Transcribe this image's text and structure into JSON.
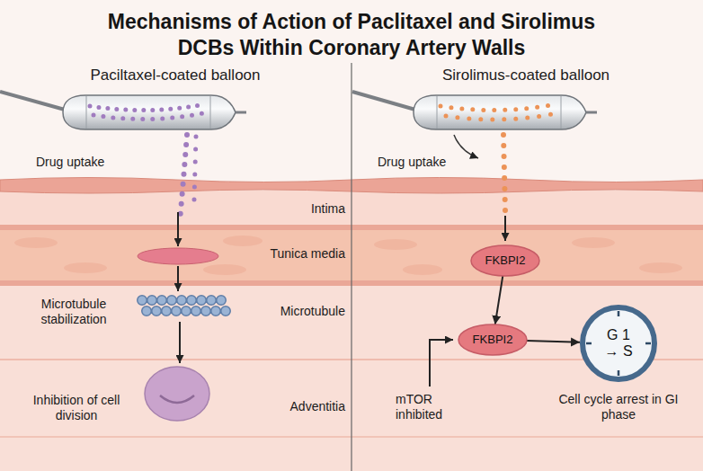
{
  "diagram": {
    "title": "Mechanisms of Action of Paclitaxel and Sirolimus DCBs Within Coronary Artery Walls",
    "nodes": [
      {
        "text": [
          "FKBPI2"
        ]
      },
      {
        "text": [
          "FKBPI2"
        ]
      },
      {
        "text": [
          "G 1 → S"
        ]
      }
    ],
    "edges": [
      {
        "from": 0,
        "to": 1,
        "arrow": "to"
      },
      {
        "from": 1,
        "to": 2,
        "arrow": "to"
      }
    ],
    "labels": [
      "Paciltaxel-coated balloon",
      "Sirolimus-coated balloon",
      "Drug uptake",
      "Intima",
      "Tunica media",
      "Microtubule stabilization",
      "Microtubule",
      "Inhibition of cell division",
      "Adventitia",
      "Drug uptake",
      "mTOR inhibited",
      "Cell cycle arrest in GI phase"
    ]
  }
}
